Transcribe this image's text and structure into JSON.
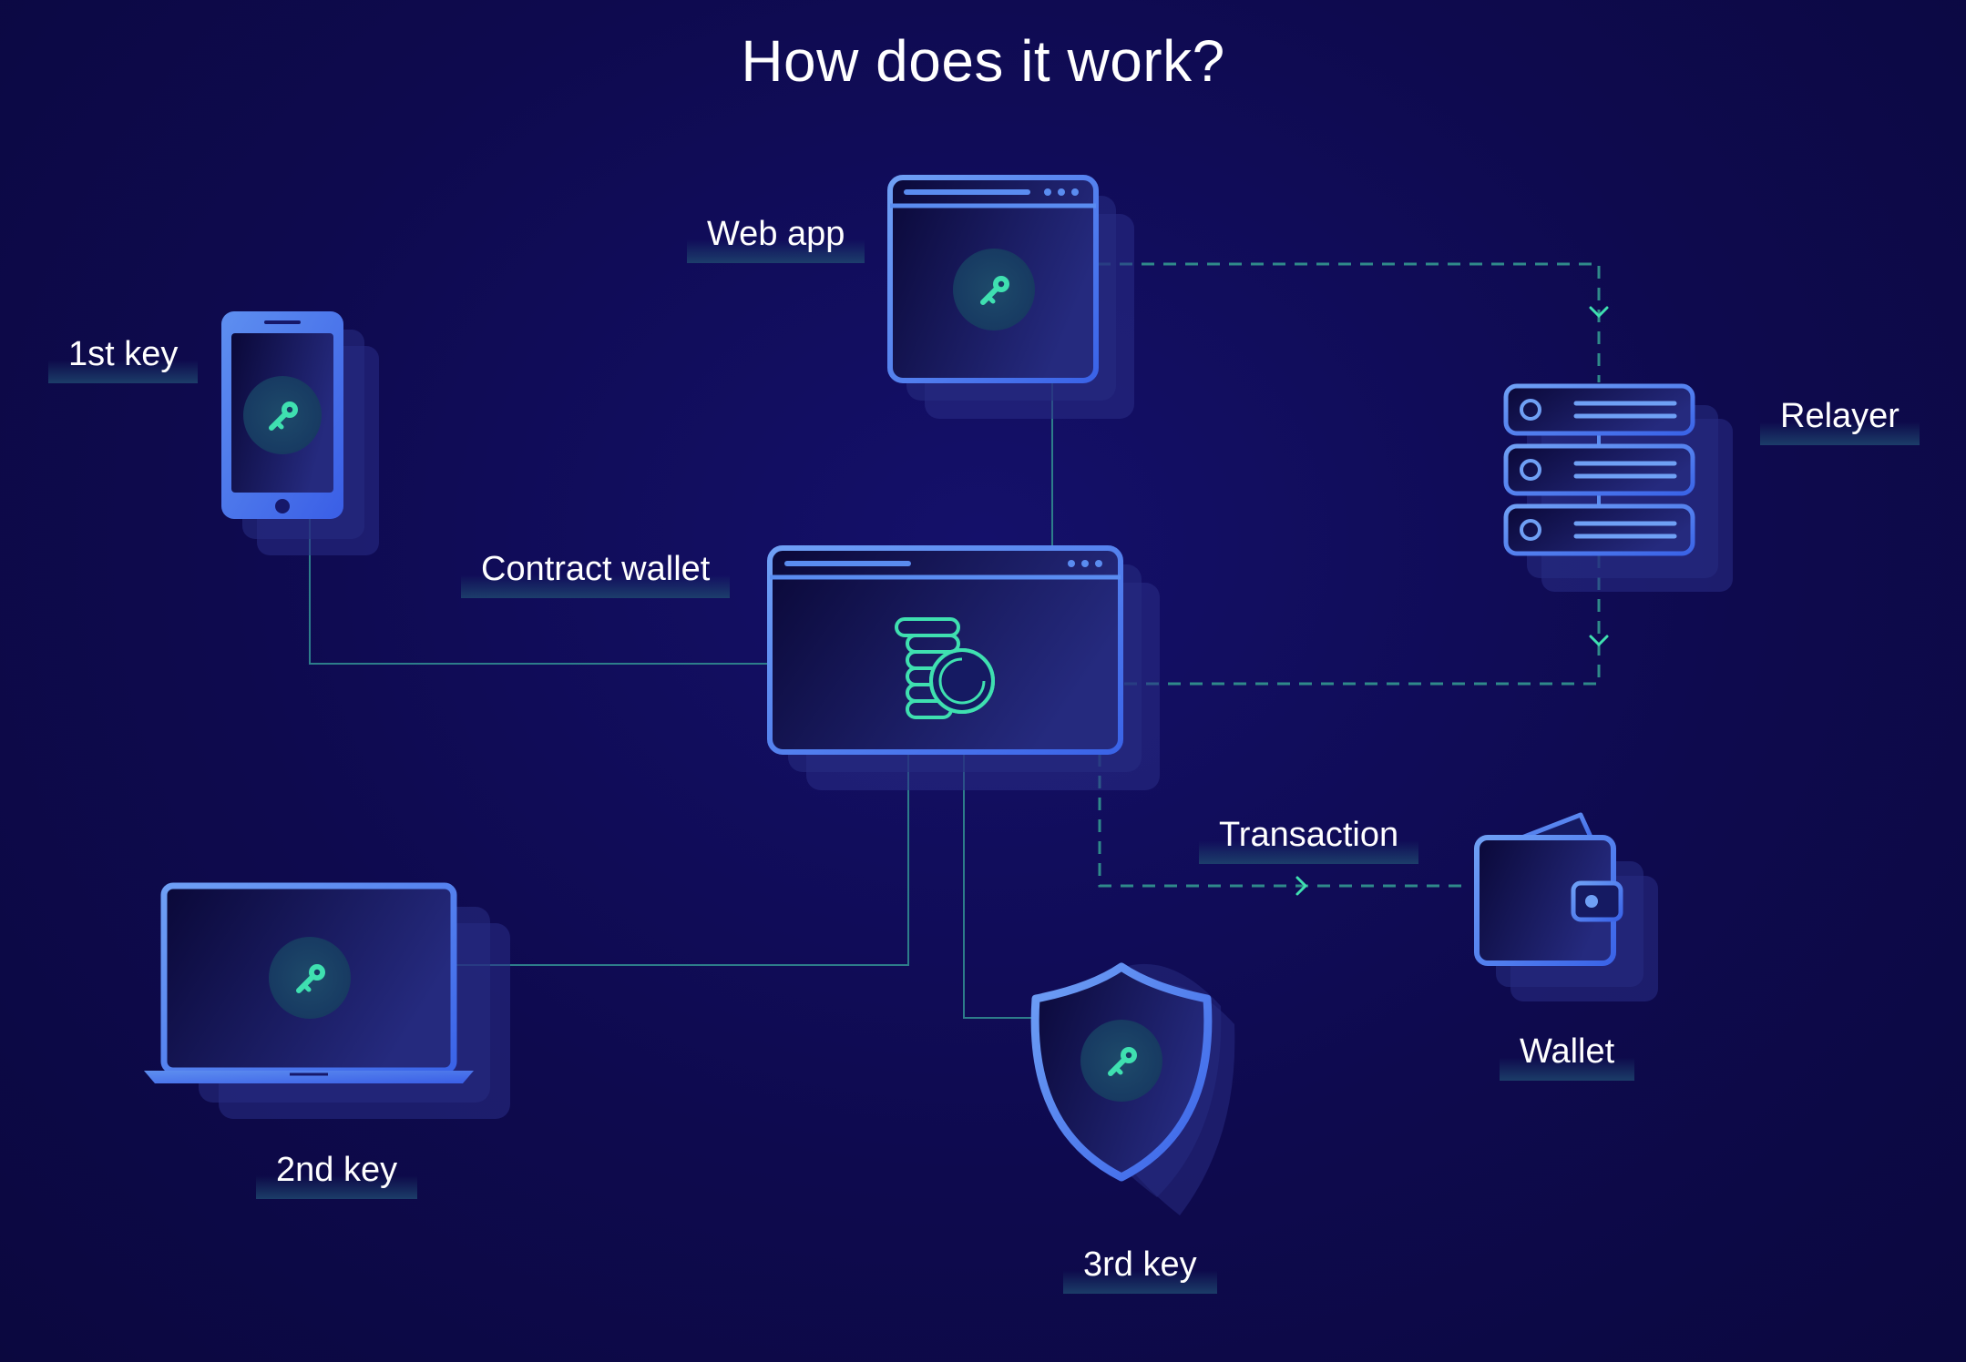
{
  "title": "How does it work?",
  "labels": {
    "web_app": "Web app",
    "first_key": "1st key",
    "relayer": "Relayer",
    "contract_wallet": "Contract wallet",
    "transaction": "Transaction",
    "wallet": "Wallet",
    "second_key": "2nd key",
    "third_key": "3rd key"
  },
  "icons": {
    "web_app": "browser-window-icon",
    "first_key": "smartphone-icon",
    "relayer": "server-stack-icon",
    "contract_wallet": "coins-icon",
    "wallet": "wallet-icon",
    "second_key": "laptop-icon",
    "third_key": "shield-icon",
    "key": "key-icon"
  },
  "colors": {
    "background": "#0e0a4a",
    "device_stroke": "#5a8cf0",
    "accent": "#3fe0b0",
    "dashed_line": "#2f8a8a",
    "solid_line": "#2d7d8a"
  }
}
